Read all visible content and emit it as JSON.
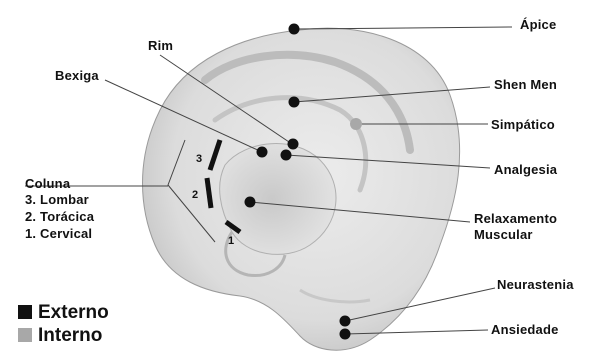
{
  "labels": {
    "apice": "Ápice",
    "rim": "Rim",
    "bexiga": "Bexiga",
    "shen_men": "Shen Men",
    "simpatico": "Simpático",
    "analgesia": "Analgesia",
    "relaxamento_1": "Relaxamento",
    "relaxamento_2": "Muscular",
    "neurastenia": "Neurastenia",
    "ansiedade": "Ansiedade"
  },
  "coluna": {
    "title": "Coluna",
    "lombar": "3. Lombar",
    "toracica": "2. Torácica",
    "cervical": "1. Cervical",
    "num_1": "1",
    "num_2": "2",
    "num_3": "3"
  },
  "legend": {
    "externo": "Externo",
    "interno": "Interno",
    "externo_color": "#111111",
    "interno_color": "#a8a8a8"
  }
}
